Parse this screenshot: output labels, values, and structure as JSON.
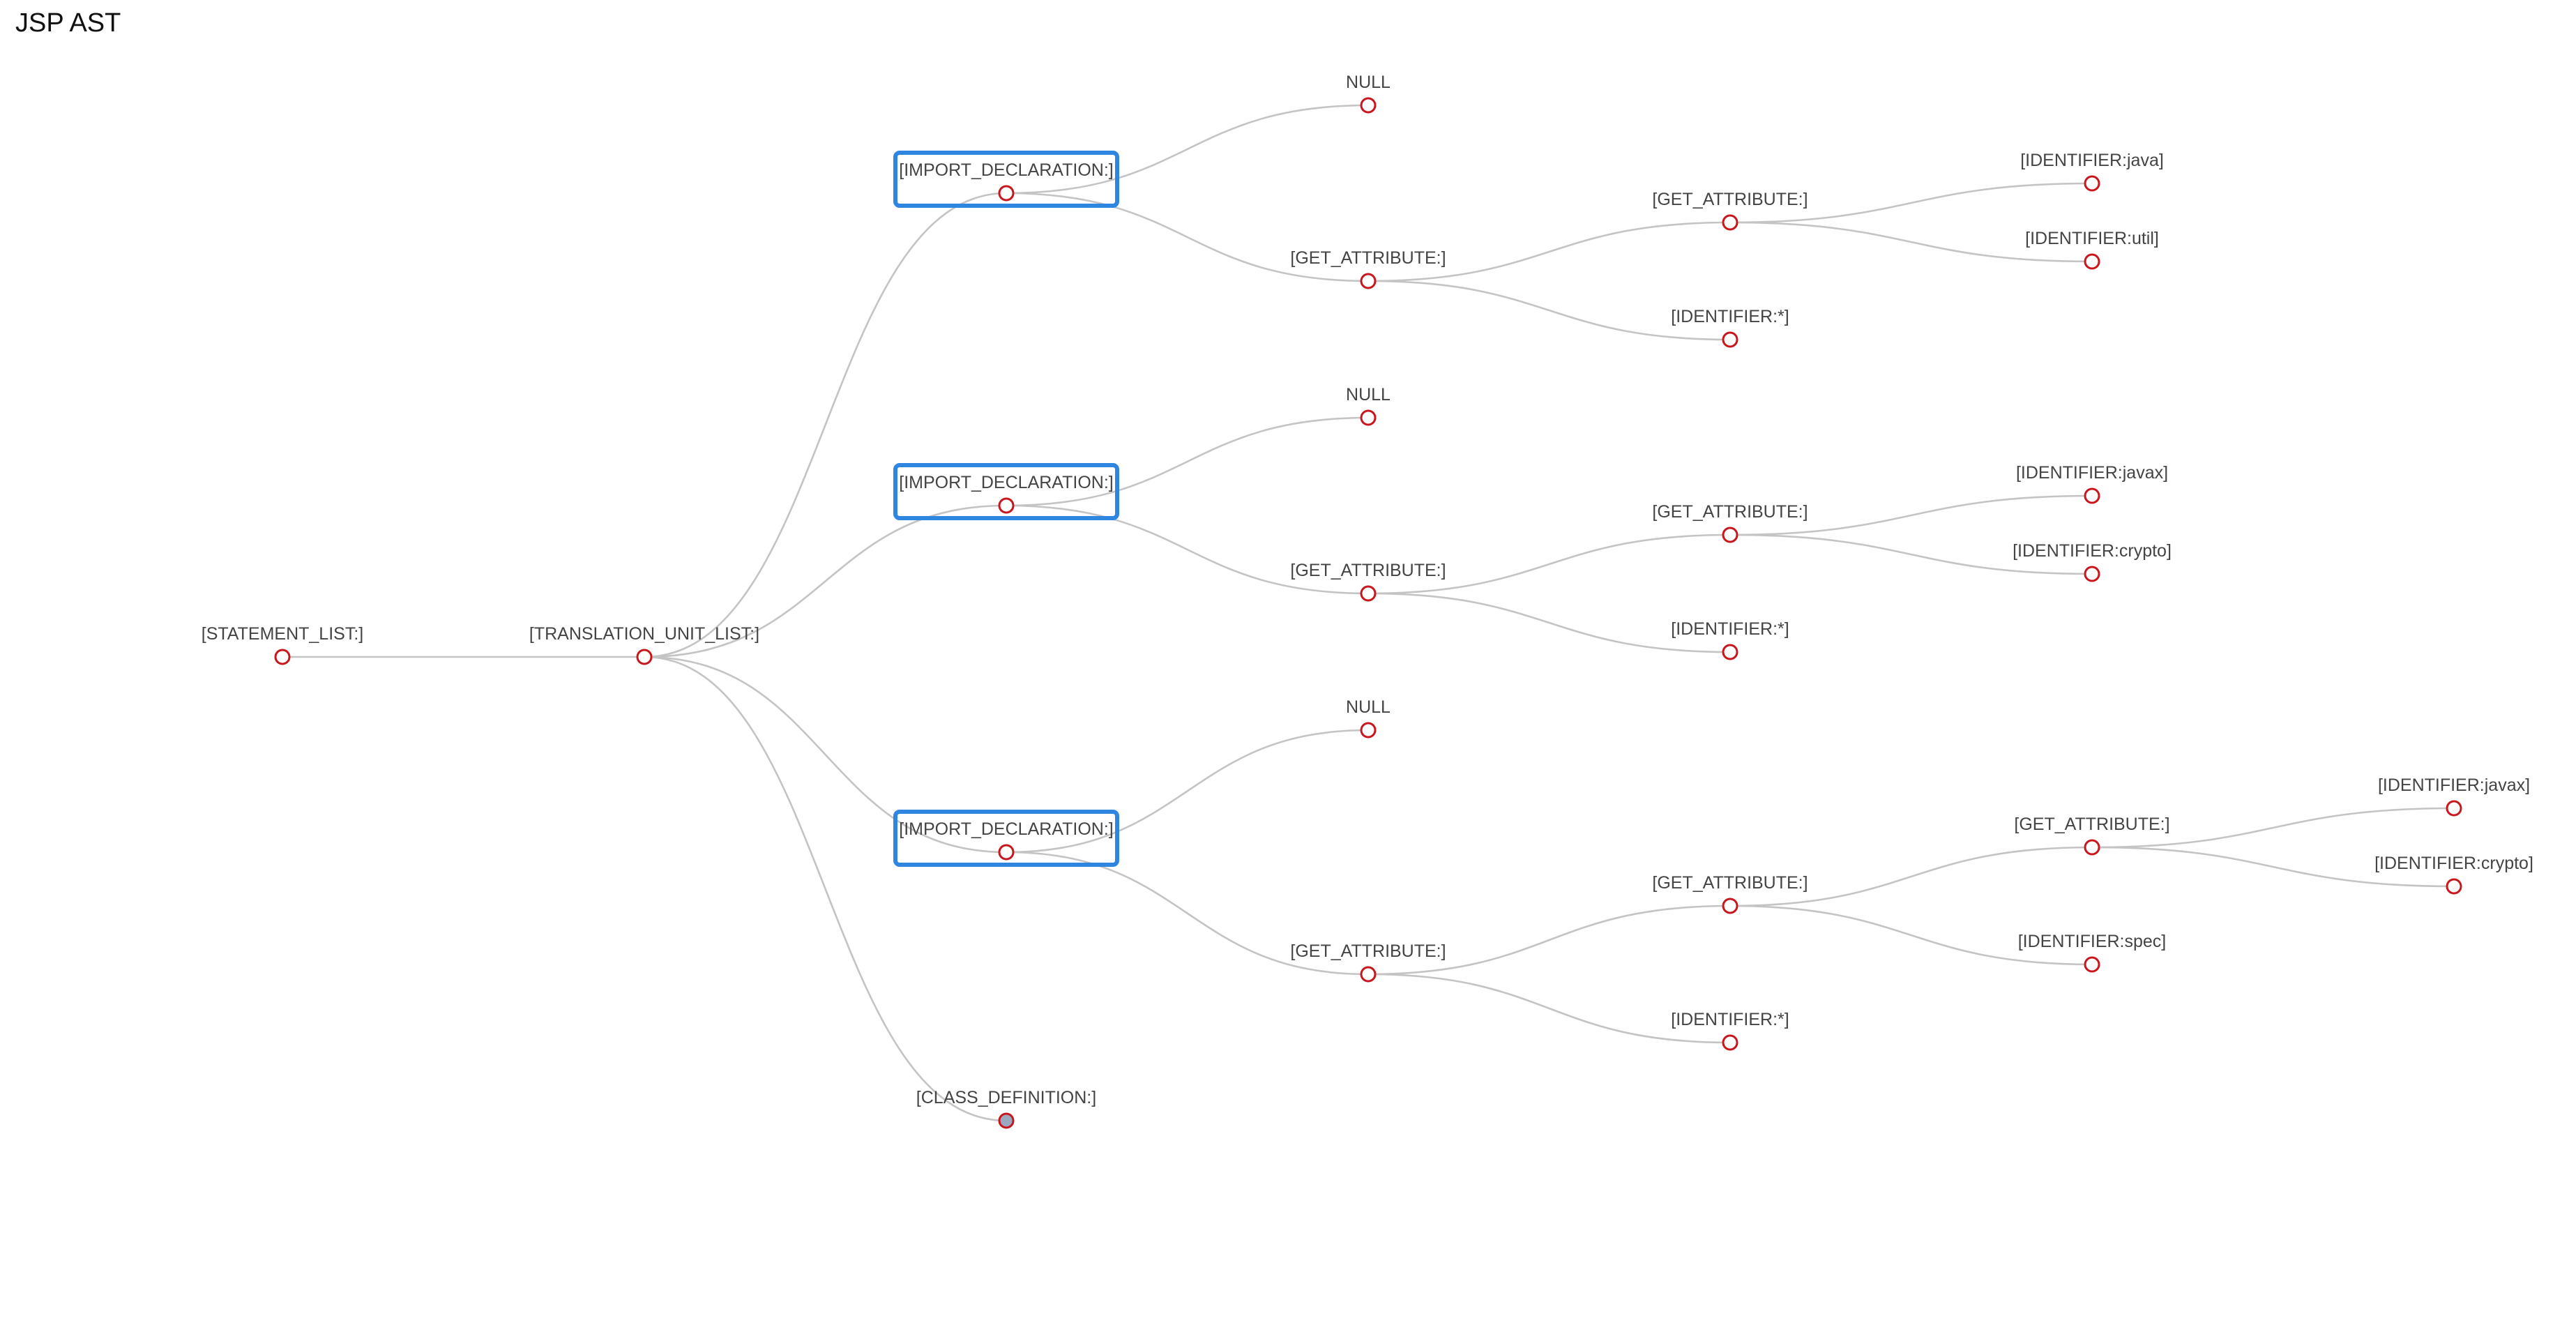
{
  "title": "JSP AST",
  "colors": {
    "edge": "#c4c4c4",
    "node_stroke": "#c8161d",
    "node_fill": "#ffffff",
    "collapsed_fill": "#9aa9bf",
    "highlight": "#2f86e0",
    "label": "#444444"
  },
  "tree": {
    "label": "[STATEMENT_LIST:]",
    "children": [
      {
        "label": "[TRANSLATION_UNIT_LIST:]",
        "children": [
          {
            "label": "[IMPORT_DECLARATION:]",
            "highlighted": true,
            "children": [
              {
                "label": "NULL"
              },
              {
                "label": "[GET_ATTRIBUTE:]",
                "children": [
                  {
                    "label": "[GET_ATTRIBUTE:]",
                    "children": [
                      {
                        "label": "[IDENTIFIER:java]"
                      },
                      {
                        "label": "[IDENTIFIER:util]"
                      }
                    ]
                  },
                  {
                    "label": "[IDENTIFIER:*]"
                  }
                ]
              }
            ]
          },
          {
            "label": "[IMPORT_DECLARATION:]",
            "highlighted": true,
            "children": [
              {
                "label": "NULL"
              },
              {
                "label": "[GET_ATTRIBUTE:]",
                "children": [
                  {
                    "label": "[GET_ATTRIBUTE:]",
                    "children": [
                      {
                        "label": "[IDENTIFIER:javax]"
                      },
                      {
                        "label": "[IDENTIFIER:crypto]"
                      }
                    ]
                  },
                  {
                    "label": "[IDENTIFIER:*]"
                  }
                ]
              }
            ]
          },
          {
            "label": "[IMPORT_DECLARATION:]",
            "highlighted": true,
            "children": [
              {
                "label": "NULL"
              },
              {
                "label": "[GET_ATTRIBUTE:]",
                "children": [
                  {
                    "label": "[GET_ATTRIBUTE:]",
                    "children": [
                      {
                        "label": "[GET_ATTRIBUTE:]",
                        "children": [
                          {
                            "label": "[IDENTIFIER:javax]"
                          },
                          {
                            "label": "[IDENTIFIER:crypto]"
                          }
                        ]
                      },
                      {
                        "label": "[IDENTIFIER:spec]"
                      }
                    ]
                  },
                  {
                    "label": "[IDENTIFIER:*]"
                  }
                ]
              }
            ]
          },
          {
            "label": "[CLASS_DEFINITION:]",
            "collapsed": true
          }
        ]
      }
    ]
  }
}
